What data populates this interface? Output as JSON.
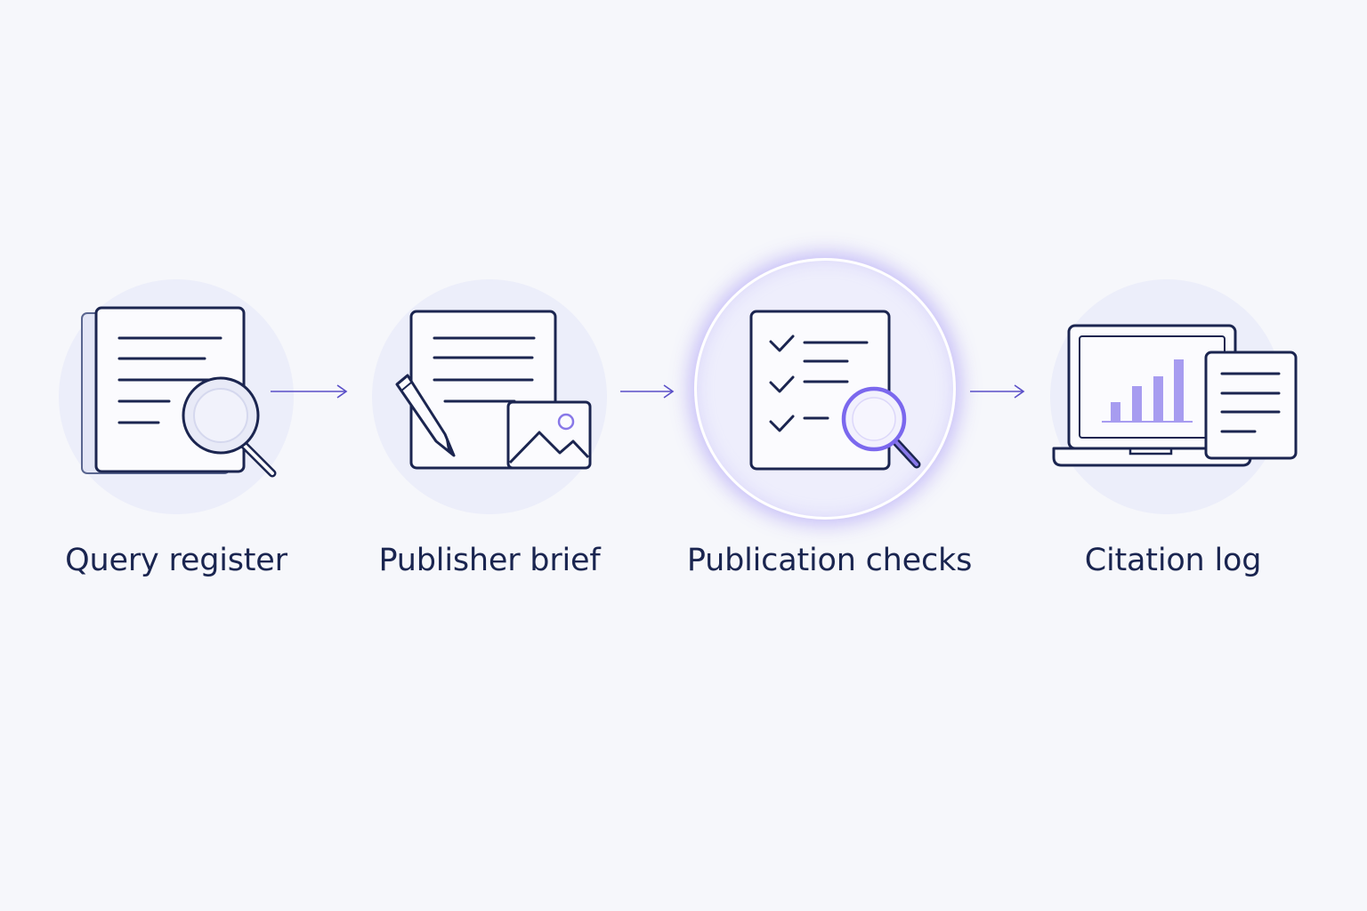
{
  "steps": [
    {
      "label": "Query register",
      "icon": "document-search-icon"
    },
    {
      "label": "Publisher brief",
      "icon": "document-pencil-image-icon"
    },
    {
      "label": "Publication checks",
      "icon": "checklist-search-icon"
    },
    {
      "label": "Citation log",
      "icon": "laptop-chart-document-icon"
    }
  ],
  "colors": {
    "background": "#f6f7fb",
    "stroke": "#1b2550",
    "accent": "#7b68ee",
    "circle": "#eceefa"
  }
}
